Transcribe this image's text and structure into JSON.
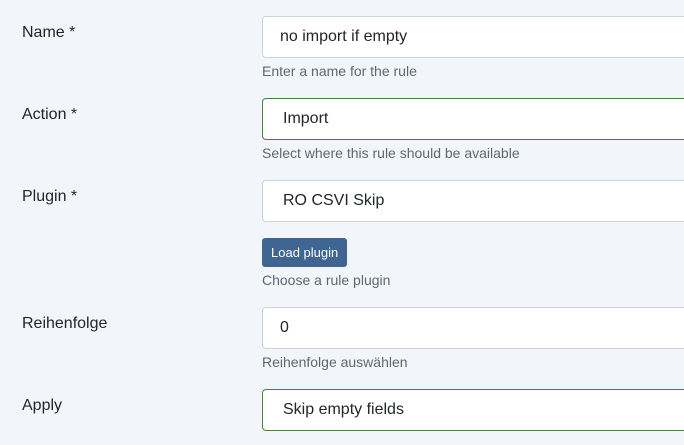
{
  "fields": [
    {
      "label": "Name *",
      "value": "no import if empty",
      "hint": "Enter a name for the rule"
    },
    {
      "label": "Action *",
      "value": "Import",
      "hint": "Select where this rule should be available"
    },
    {
      "label": "Plugin *",
      "value": "RO CSVI Skip",
      "button": "Load plugin",
      "hint": "Choose a rule plugin"
    },
    {
      "label": "Reihenfolge",
      "value": "0",
      "hint": "Reihenfolge auswählen"
    },
    {
      "label": "Apply",
      "value": "Skip empty fields"
    }
  ]
}
